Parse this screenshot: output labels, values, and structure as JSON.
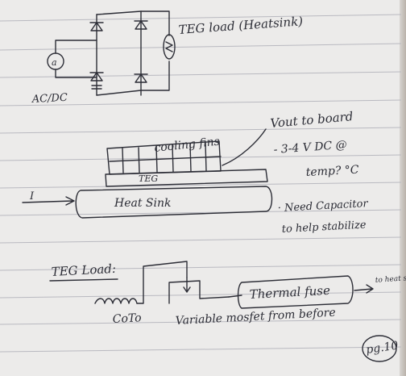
{
  "notes": {
    "circuit_section": {
      "tec_load_label": "TEG load (Heatsink)",
      "source_symbol": "a",
      "source_label": "AC/DC"
    },
    "stack_section": {
      "fins_label": "cooling fins",
      "teg_label": "TEG",
      "heatsink_label": "Heat Sink",
      "current_label": "I",
      "vout_label": "Vout to board",
      "note1": "- 3-4 V DC @",
      "note2": "temp? °C",
      "note3": "· Need Capacitor",
      "note4": "to help stabilize"
    },
    "load_section": {
      "title": "TEG Load:",
      "coil_label": "CoTo",
      "mosfet_label": "Variable mosfet from before",
      "fuse_label": "Thermal fuse",
      "to_heatsink_label": "to heat sink"
    },
    "page_number": "pg.10"
  }
}
